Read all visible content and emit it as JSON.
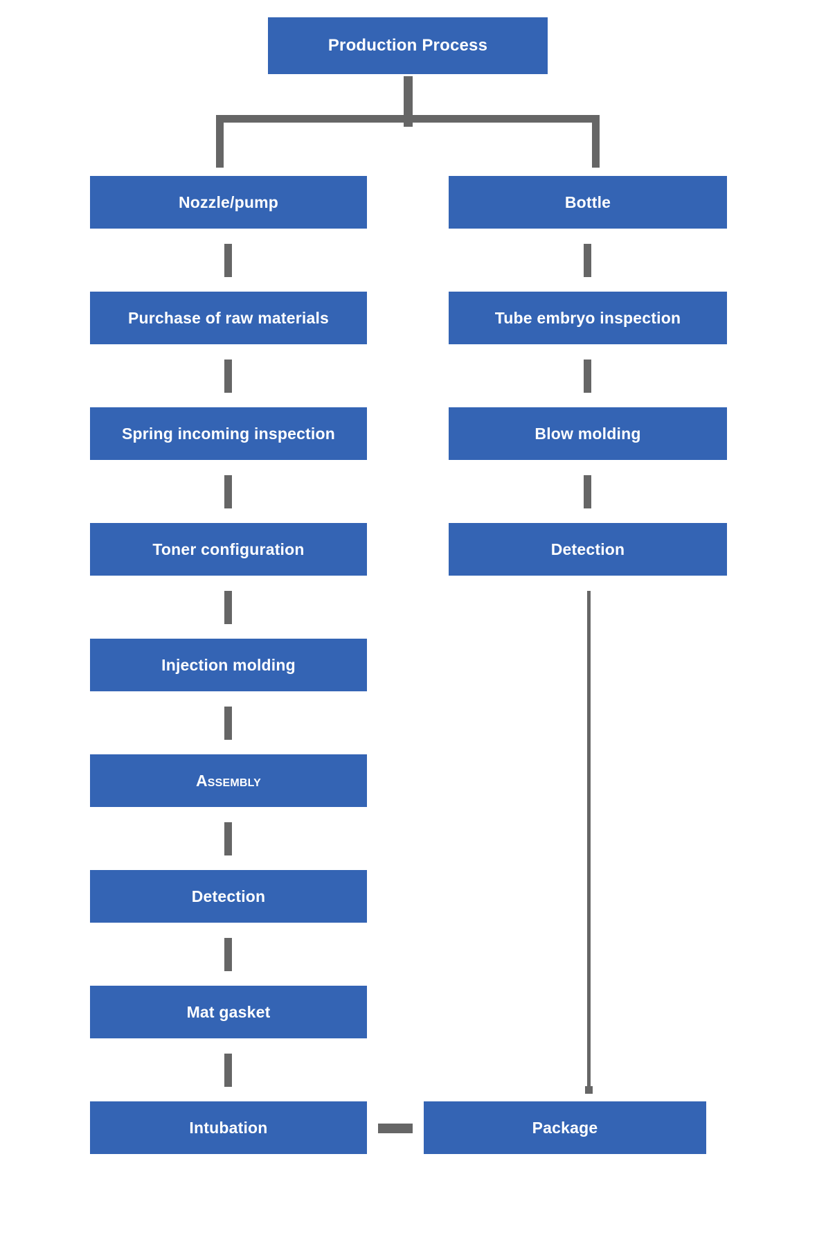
{
  "diagram": {
    "title": "Production Process",
    "type": "flowchart",
    "colors": {
      "node_fill": "#3464b4",
      "node_text": "#ffffff",
      "connector": "#666666",
      "background": "#ffffff"
    },
    "root": {
      "label": "Production Process"
    },
    "branches": [
      {
        "name": "nozzle-pump-branch",
        "head": "Nozzle/pump",
        "steps": [
          "Purchase of raw materials",
          "Spring incoming inspection",
          "Toner configuration",
          "Injection molding",
          "Assembly",
          "Detection",
          "Mat gasket",
          "Intubation"
        ]
      },
      {
        "name": "bottle-branch",
        "head": "Bottle",
        "steps": [
          "Tube embryo inspection",
          "Blow molding",
          "Detection"
        ]
      }
    ],
    "terminal": {
      "label": "Package"
    }
  }
}
